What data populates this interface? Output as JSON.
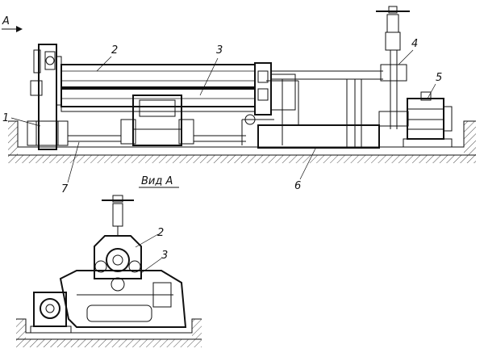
{
  "figure": {
    "view_arrow_label": "A",
    "view_title": "Вид А",
    "main_callouts": [
      {
        "id": "1",
        "text": "1"
      },
      {
        "id": "2",
        "text": "2"
      },
      {
        "id": "3",
        "text": "3"
      },
      {
        "id": "4",
        "text": "4"
      },
      {
        "id": "5",
        "text": "5"
      },
      {
        "id": "6",
        "text": "6"
      },
      {
        "id": "7",
        "text": "7"
      }
    ],
    "view_callouts": [
      {
        "id": "2",
        "text": "2"
      },
      {
        "id": "3",
        "text": "3"
      }
    ]
  }
}
